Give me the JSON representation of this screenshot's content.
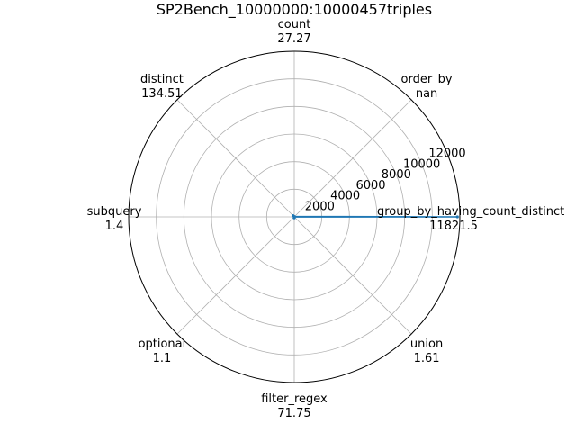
{
  "chart_data": {
    "type": "radar",
    "title": "SP2Bench_10000000:10000457triples",
    "categories": [
      {
        "name": "group_by_having_count_distinct",
        "value_label": "11821.5"
      },
      {
        "name": "order_by",
        "value_label": "nan"
      },
      {
        "name": "count",
        "value_label": "27.27"
      },
      {
        "name": "distinct",
        "value_label": "134.51"
      },
      {
        "name": "subquery",
        "value_label": "1.4"
      },
      {
        "name": "optional",
        "value_label": "1.1"
      },
      {
        "name": "filter_regex",
        "value_label": "71.75"
      },
      {
        "name": "union",
        "value_label": "1.61"
      }
    ],
    "series": [
      {
        "values": [
          11821.5,
          null,
          27.27,
          134.51,
          1.4,
          1.1,
          71.75,
          1.61
        ],
        "color": "#1f77b4"
      }
    ],
    "radial_ticks": [
      "2000",
      "4000",
      "6000",
      "8000",
      "10000",
      "12000"
    ],
    "radial_tick_values": [
      2000,
      4000,
      6000,
      8000,
      10000,
      12000
    ],
    "rlim": [
      0,
      12000
    ],
    "grid": true
  }
}
